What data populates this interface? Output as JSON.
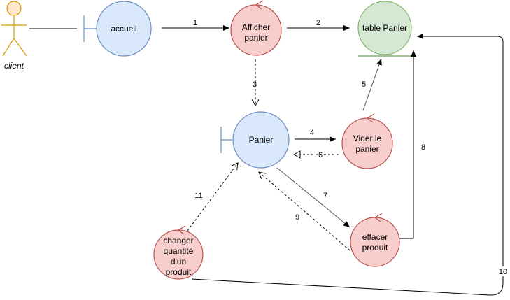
{
  "actor": {
    "label": "client"
  },
  "nodes": {
    "accueil": {
      "label": "accueil"
    },
    "afficher": {
      "lines": [
        "Afficher",
        "panier"
      ]
    },
    "table": {
      "label": "table Panier"
    },
    "panier": {
      "label": "Panier"
    },
    "vider": {
      "lines": [
        "Vider le",
        "panier"
      ]
    },
    "effacer": {
      "lines": [
        "effacer",
        "produit"
      ]
    },
    "changer": {
      "lines": [
        "changer",
        "quantité",
        "d'un",
        "produit"
      ]
    }
  },
  "edges": {
    "e1": "1",
    "e2": "2",
    "e3": "3",
    "e4": "4",
    "e5": "5",
    "e6": "6",
    "e7": "7",
    "e8": "8",
    "e9": "9",
    "e10": "10",
    "e11": "11"
  },
  "colors": {
    "boundary_fill": "#dae8fc",
    "boundary_stroke": "#6c8ebf",
    "control_fill": "#f8cecc",
    "control_stroke": "#b85450",
    "entity_fill": "#d5e8d4",
    "entity_stroke": "#82b366",
    "actor_fill": "#ffe6cc",
    "actor_stroke": "#d79b00"
  }
}
